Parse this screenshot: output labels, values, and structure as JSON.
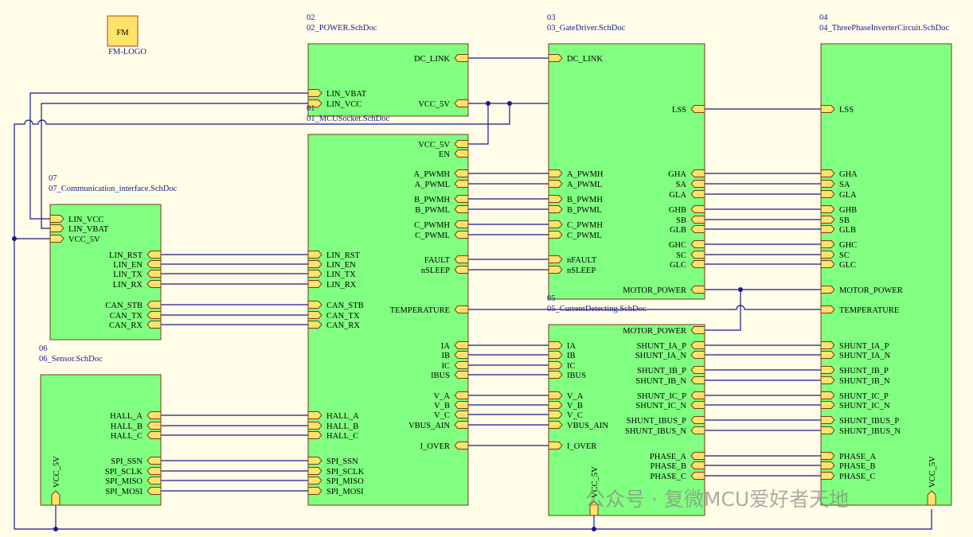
{
  "logo": {
    "text": "FM",
    "label": "FM-LOGO"
  },
  "watermark": "公众号 · 复微MCU爱好者天地",
  "sheets": [
    {
      "id": "power",
      "num": "02",
      "file": "02_POWER.SchDoc",
      "ports": [
        [
          "DC_LINK",
          "R"
        ],
        [
          "LIN_VBAT",
          "L"
        ],
        [
          "LIN_VCC",
          "L"
        ],
        [
          "VCC_5V",
          "R"
        ]
      ]
    },
    {
      "id": "gate",
      "num": "03",
      "file": "03_GateDriver.SchDoc",
      "ports": [
        [
          "DC_LINK",
          "L"
        ],
        [
          "LSS",
          "R"
        ],
        [
          "A_PWMH",
          "L"
        ],
        [
          "A_PWML",
          "L"
        ],
        [
          "B_PWMH",
          "L"
        ],
        [
          "B_PWML",
          "L"
        ],
        [
          "C_PWMH",
          "L"
        ],
        [
          "C_PWML",
          "L"
        ],
        [
          "nFAULT",
          "L"
        ],
        [
          "nSLEEP",
          "L"
        ],
        [
          "GHA",
          "R"
        ],
        [
          "SA",
          "R"
        ],
        [
          "GLA",
          "R"
        ],
        [
          "GHB",
          "R"
        ],
        [
          "SB",
          "R"
        ],
        [
          "GLB",
          "R"
        ],
        [
          "GHC",
          "R"
        ],
        [
          "SC",
          "R"
        ],
        [
          "GLC",
          "R"
        ],
        [
          "MOTOR_POWER",
          "R"
        ]
      ]
    },
    {
      "id": "inv",
      "num": "04",
      "file": "04_ThreePhaseInverterCircuit.SchDoc",
      "ports": [
        [
          "LSS",
          "L"
        ],
        [
          "GHA",
          "L"
        ],
        [
          "SA",
          "L"
        ],
        [
          "GLA",
          "L"
        ],
        [
          "GHB",
          "L"
        ],
        [
          "SB",
          "L"
        ],
        [
          "GLB",
          "L"
        ],
        [
          "GHC",
          "L"
        ],
        [
          "SC",
          "L"
        ],
        [
          "GLC",
          "L"
        ],
        [
          "MOTOR_POWER",
          "L"
        ],
        [
          "TEMPERATURE",
          "L"
        ],
        [
          "SHUNT_IA_P",
          "L"
        ],
        [
          "SHUNT_IA_N",
          "L"
        ],
        [
          "SHUNT_IB_P",
          "L"
        ],
        [
          "SHUNT_IB_N",
          "L"
        ],
        [
          "SHUNT_IC_P",
          "L"
        ],
        [
          "SHUNT_IC_N",
          "L"
        ],
        [
          "SHUNT_IBUS_P",
          "L"
        ],
        [
          "SHUNT_IBUS_N",
          "L"
        ],
        [
          "PHASE_A",
          "L"
        ],
        [
          "PHASE_B",
          "L"
        ],
        [
          "PHASE_C",
          "L"
        ],
        [
          "VCC_5V",
          "B"
        ]
      ]
    },
    {
      "id": "mcu",
      "num": "01",
      "file": "01_MCUSocket.SchDoc",
      "ports": [
        [
          "VCC_5V",
          "R"
        ],
        [
          "EN",
          "R"
        ],
        [
          "A_PWMH",
          "R"
        ],
        [
          "A_PWML",
          "R"
        ],
        [
          "B_PWMH",
          "R"
        ],
        [
          "B_PWML",
          "R"
        ],
        [
          "C_PWMH",
          "R"
        ],
        [
          "C_PWML",
          "R"
        ],
        [
          "FAULT",
          "R"
        ],
        [
          "nSLEEP",
          "R"
        ],
        [
          "TEMPERATURE",
          "R"
        ],
        [
          "IA",
          "R"
        ],
        [
          "IB",
          "R"
        ],
        [
          "IC",
          "R"
        ],
        [
          "IBUS",
          "R"
        ],
        [
          "V_A",
          "R"
        ],
        [
          "V_B",
          "R"
        ],
        [
          "V_C",
          "R"
        ],
        [
          "VBUS_AIN",
          "R"
        ],
        [
          "I_OVER",
          "R"
        ],
        [
          "LIN_RST",
          "L"
        ],
        [
          "LIN_EN",
          "L"
        ],
        [
          "LIN_TX",
          "L"
        ],
        [
          "LIN_RX",
          "L"
        ],
        [
          "CAN_STB",
          "L"
        ],
        [
          "CAN_TX",
          "L"
        ],
        [
          "CAN_RX",
          "L"
        ],
        [
          "HALL_A",
          "L"
        ],
        [
          "HALL_B",
          "L"
        ],
        [
          "HALL_C",
          "L"
        ],
        [
          "SPI_SSN",
          "L"
        ],
        [
          "SPI_SCLK",
          "L"
        ],
        [
          "SPI_MISO",
          "L"
        ],
        [
          "SPI_MOSI",
          "L"
        ]
      ]
    },
    {
      "id": "comm",
      "num": "07",
      "file": "07_Communication_interface.SchDoc",
      "ports": [
        [
          "LIN_VCC",
          "L"
        ],
        [
          "LIN_VBAT",
          "L"
        ],
        [
          "VCC_5V",
          "L"
        ],
        [
          "LIN_RST",
          "R"
        ],
        [
          "LIN_EN",
          "R"
        ],
        [
          "LIN_TX",
          "R"
        ],
        [
          "LIN_RX",
          "R"
        ],
        [
          "CAN_STB",
          "R"
        ],
        [
          "CAN_TX",
          "R"
        ],
        [
          "CAN_RX",
          "R"
        ]
      ]
    },
    {
      "id": "sensor",
      "num": "06",
      "file": "06_Sensor.SchDoc",
      "ports": [
        [
          "HALL_A",
          "R"
        ],
        [
          "HALL_B",
          "R"
        ],
        [
          "HALL_C",
          "R"
        ],
        [
          "SPI_SSN",
          "R"
        ],
        [
          "SPI_SCLK",
          "R"
        ],
        [
          "SPI_MISO",
          "R"
        ],
        [
          "SPI_MOSI",
          "R"
        ],
        [
          "VCC_5V",
          "B"
        ]
      ]
    },
    {
      "id": "cur",
      "num": "05",
      "file": "05_CurrentDetecting.SchDoc",
      "ports": [
        [
          "MOTOR_POWER",
          "R"
        ],
        [
          "IA",
          "L"
        ],
        [
          "IB",
          "L"
        ],
        [
          "IC",
          "L"
        ],
        [
          "IBUS",
          "L"
        ],
        [
          "V_A",
          "L"
        ],
        [
          "V_B",
          "L"
        ],
        [
          "V_C",
          "L"
        ],
        [
          "VBUS_AIN",
          "L"
        ],
        [
          "I_OVER",
          "L"
        ],
        [
          "SHUNT_IA_P",
          "R"
        ],
        [
          "SHUNT_IA_N",
          "R"
        ],
        [
          "SHUNT_IB_P",
          "R"
        ],
        [
          "SHUNT_IB_N",
          "R"
        ],
        [
          "SHUNT_IC_P",
          "R"
        ],
        [
          "SHUNT_IC_N",
          "R"
        ],
        [
          "SHUNT_IBUS_P",
          "R"
        ],
        [
          "SHUNT_IBUS_N",
          "R"
        ],
        [
          "PHASE_A",
          "R"
        ],
        [
          "PHASE_B",
          "R"
        ],
        [
          "PHASE_C",
          "R"
        ],
        [
          "VCC_5V",
          "B"
        ]
      ]
    }
  ]
}
